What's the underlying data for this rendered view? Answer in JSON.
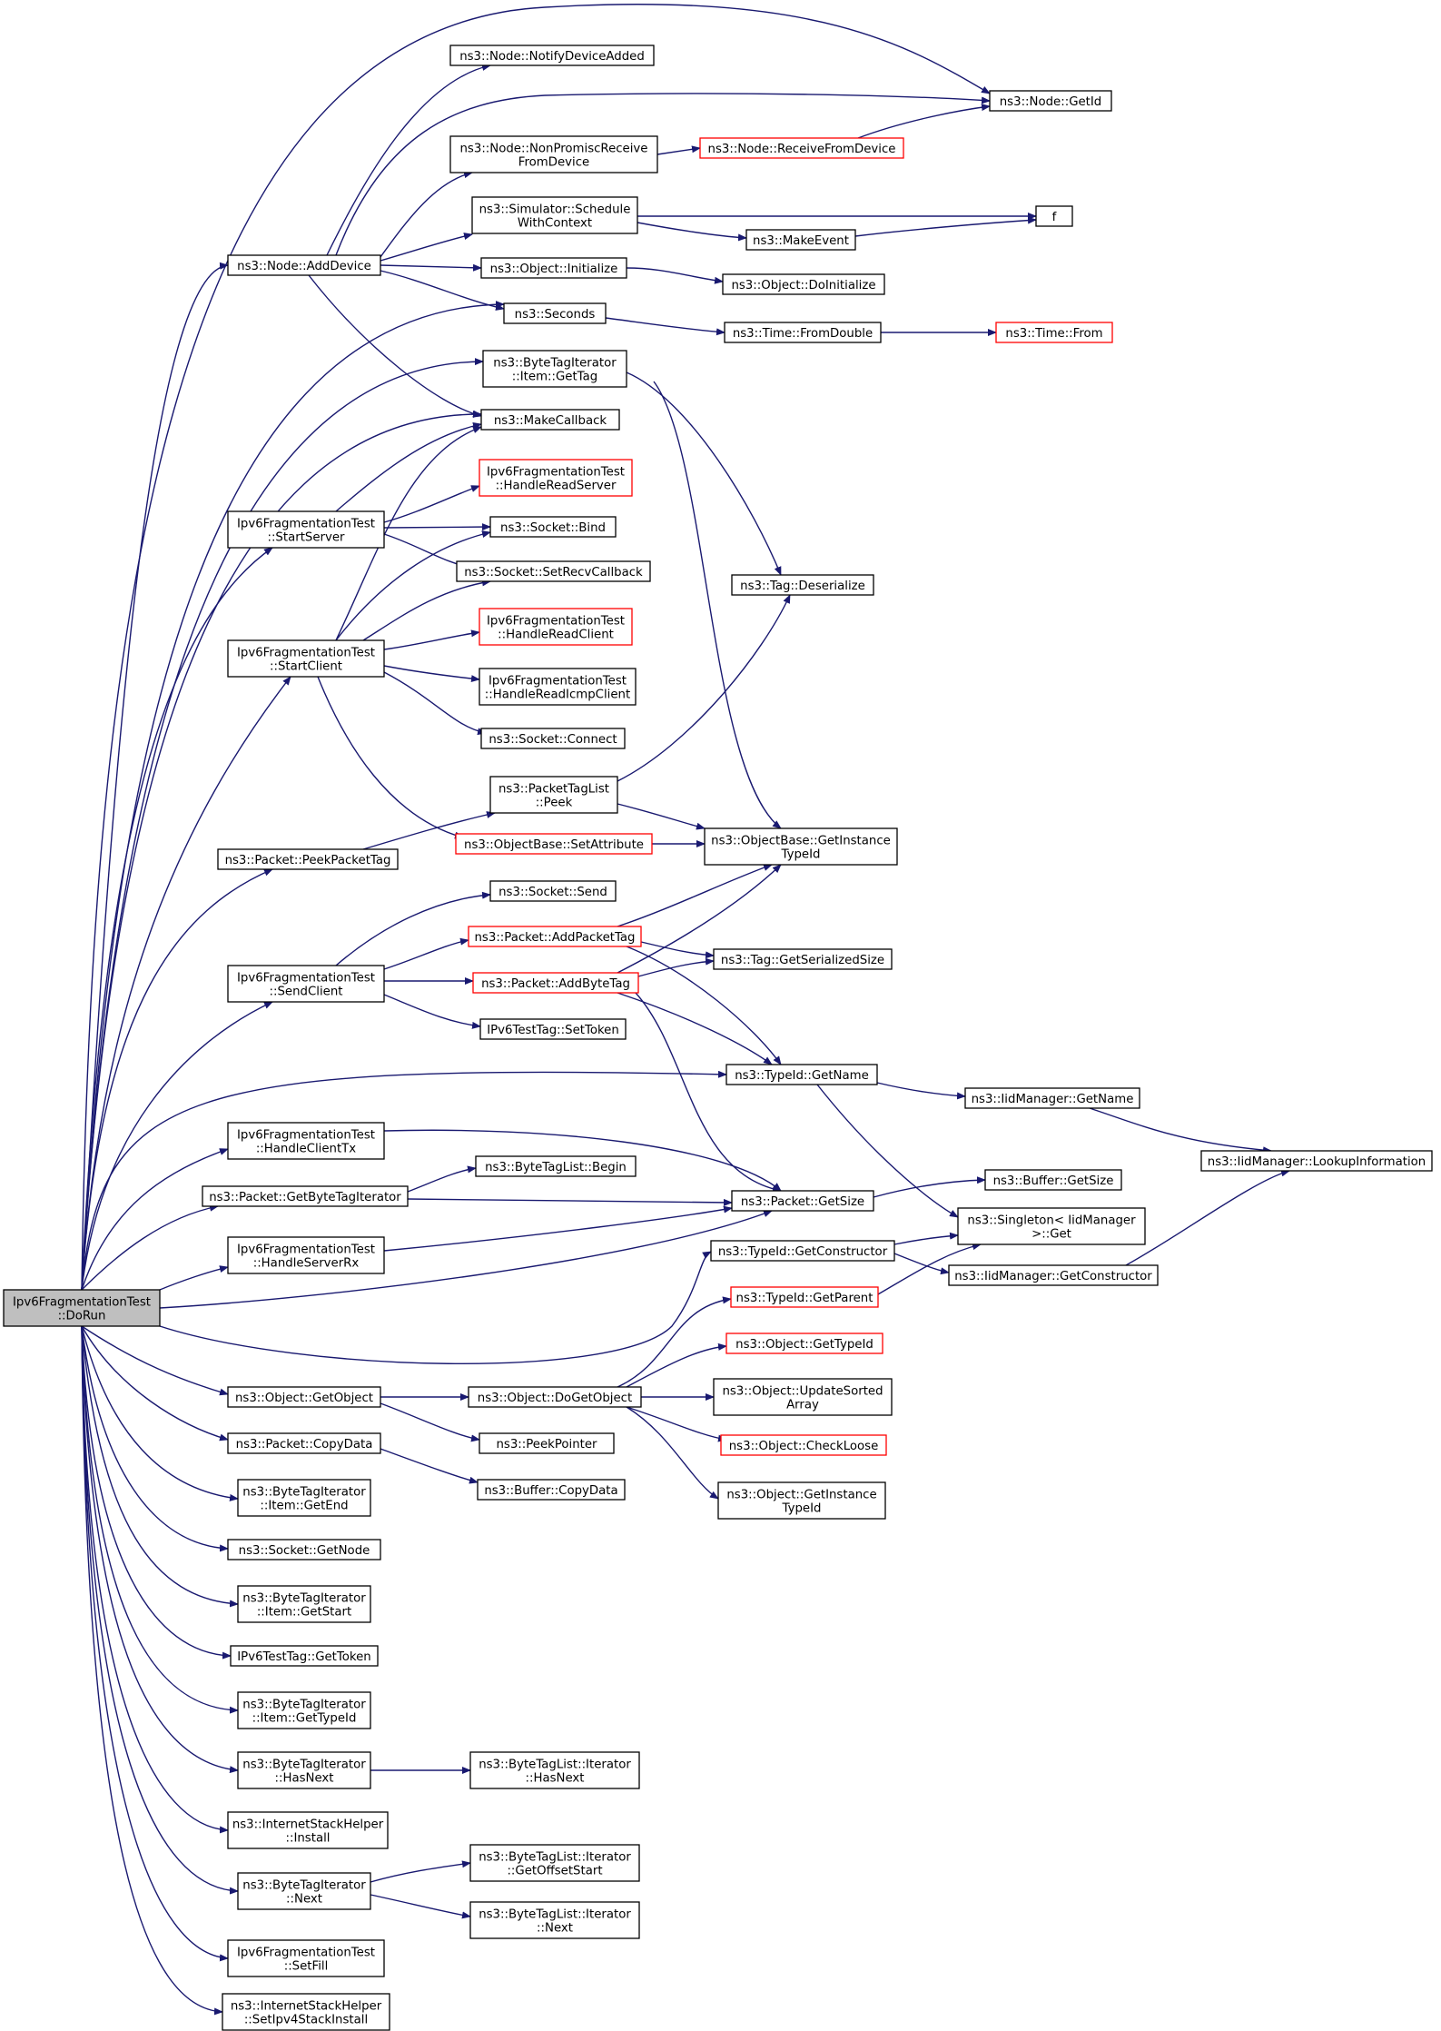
{
  "colors": {
    "edge": "#191970",
    "border_normal": "#000000",
    "border_truncated": "#ff0000",
    "fill_normal": "#ffffff",
    "fill_root": "#bfbfbf"
  },
  "nodes": [
    {
      "id": "dorun",
      "lines": [
        "Ipv6FragmentationTest",
        "::DoRun"
      ],
      "style": "root"
    },
    {
      "id": "adddevice",
      "lines": [
        "ns3::Node::AddDevice"
      ],
      "style": "normal"
    },
    {
      "id": "notify",
      "lines": [
        "ns3::Node::NotifyDeviceAdded"
      ],
      "style": "normal"
    },
    {
      "id": "getid",
      "lines": [
        "ns3::Node::GetId"
      ],
      "style": "normal"
    },
    {
      "id": "nonpromisc",
      "lines": [
        "ns3::Node::NonPromiscReceive",
        "FromDevice"
      ],
      "style": "normal"
    },
    {
      "id": "recvfromdev",
      "lines": [
        "ns3::Node::ReceiveFromDevice"
      ],
      "style": "truncated"
    },
    {
      "id": "schedule",
      "lines": [
        "ns3::Simulator::Schedule",
        "WithContext"
      ],
      "style": "normal"
    },
    {
      "id": "f",
      "lines": [
        "f"
      ],
      "style": "normal"
    },
    {
      "id": "makeevent",
      "lines": [
        "ns3::MakeEvent"
      ],
      "style": "normal"
    },
    {
      "id": "initialize",
      "lines": [
        "ns3::Object::Initialize"
      ],
      "style": "normal"
    },
    {
      "id": "doinit",
      "lines": [
        "ns3::Object::DoInitialize"
      ],
      "style": "normal"
    },
    {
      "id": "seconds",
      "lines": [
        "ns3::Seconds"
      ],
      "style": "normal"
    },
    {
      "id": "fromdouble",
      "lines": [
        "ns3::Time::FromDouble"
      ],
      "style": "normal"
    },
    {
      "id": "from",
      "lines": [
        "ns3::Time::From"
      ],
      "style": "truncated"
    },
    {
      "id": "btigettag",
      "lines": [
        "ns3::ByteTagIterator",
        "::Item::GetTag"
      ],
      "style": "normal"
    },
    {
      "id": "makecallback",
      "lines": [
        "ns3::MakeCallback"
      ],
      "style": "normal"
    },
    {
      "id": "startserver",
      "lines": [
        "Ipv6FragmentationTest",
        "::StartServer"
      ],
      "style": "normal"
    },
    {
      "id": "hrserver",
      "lines": [
        "Ipv6FragmentationTest",
        "::HandleReadServer"
      ],
      "style": "truncated"
    },
    {
      "id": "bind",
      "lines": [
        "ns3::Socket::Bind"
      ],
      "style": "normal"
    },
    {
      "id": "setrecvcb",
      "lines": [
        "ns3::Socket::SetRecvCallback"
      ],
      "style": "normal"
    },
    {
      "id": "tagdeser",
      "lines": [
        "ns3::Tag::Deserialize"
      ],
      "style": "normal"
    },
    {
      "id": "startclient",
      "lines": [
        "Ipv6FragmentationTest",
        "::StartClient"
      ],
      "style": "normal"
    },
    {
      "id": "hrclient",
      "lines": [
        "Ipv6FragmentationTest",
        "::HandleReadClient"
      ],
      "style": "truncated"
    },
    {
      "id": "hricmp",
      "lines": [
        "Ipv6FragmentationTest",
        "::HandleReadIcmpClient"
      ],
      "style": "normal"
    },
    {
      "id": "connect",
      "lines": [
        "ns3::Socket::Connect"
      ],
      "style": "normal"
    },
    {
      "id": "ptlpeek",
      "lines": [
        "ns3::PacketTagList",
        "::Peek"
      ],
      "style": "normal"
    },
    {
      "id": "setattr",
      "lines": [
        "ns3::ObjectBase::SetAttribute"
      ],
      "style": "truncated"
    },
    {
      "id": "getinsttid",
      "lines": [
        "ns3::ObjectBase::GetInstance",
        "TypeId"
      ],
      "style": "normal"
    },
    {
      "id": "peekpackettag",
      "lines": [
        "ns3::Packet::PeekPacketTag"
      ],
      "style": "normal"
    },
    {
      "id": "send",
      "lines": [
        "ns3::Socket::Send"
      ],
      "style": "normal"
    },
    {
      "id": "addpackettag",
      "lines": [
        "ns3::Packet::AddPacketTag"
      ],
      "style": "truncated"
    },
    {
      "id": "sendclient",
      "lines": [
        "Ipv6FragmentationTest",
        "::SendClient"
      ],
      "style": "normal"
    },
    {
      "id": "tagserial",
      "lines": [
        "ns3::Tag::GetSerializedSize"
      ],
      "style": "normal"
    },
    {
      "id": "addbytetag",
      "lines": [
        "ns3::Packet::AddByteTag"
      ],
      "style": "truncated"
    },
    {
      "id": "settoken",
      "lines": [
        "IPv6TestTag::SetToken"
      ],
      "style": "normal"
    },
    {
      "id": "tidgetname",
      "lines": [
        "ns3::TypeId::GetName"
      ],
      "style": "normal"
    },
    {
      "id": "iidgetname",
      "lines": [
        "ns3::IidManager::GetName"
      ],
      "style": "normal"
    },
    {
      "id": "lookupinfo",
      "lines": [
        "ns3::IidManager::LookupInformation"
      ],
      "style": "normal"
    },
    {
      "id": "handleclienttx",
      "lines": [
        "Ipv6FragmentationTest",
        "::HandleClientTx"
      ],
      "style": "normal"
    },
    {
      "id": "btlbegin",
      "lines": [
        "ns3::ByteTagList::Begin"
      ],
      "style": "normal"
    },
    {
      "id": "buffergetsize",
      "lines": [
        "ns3::Buffer::GetSize"
      ],
      "style": "normal"
    },
    {
      "id": "getbtiter",
      "lines": [
        "ns3::Packet::GetByteTagIterator"
      ],
      "style": "normal"
    },
    {
      "id": "pktgetsize",
      "lines": [
        "ns3::Packet::GetSize"
      ],
      "style": "normal"
    },
    {
      "id": "singleton",
      "lines": [
        "ns3::Singleton< IidManager",
        " >::Get"
      ],
      "style": "normal"
    },
    {
      "id": "handleserverrx",
      "lines": [
        "Ipv6FragmentationTest",
        "::HandleServerRx"
      ],
      "style": "normal"
    },
    {
      "id": "tidgetctor",
      "lines": [
        "ns3::TypeId::GetConstructor"
      ],
      "style": "normal"
    },
    {
      "id": "iidgetctor",
      "lines": [
        "ns3::IidManager::GetConstructor"
      ],
      "style": "normal"
    },
    {
      "id": "tidgetparent",
      "lines": [
        "ns3::TypeId::GetParent"
      ],
      "style": "truncated"
    },
    {
      "id": "objgettypeid",
      "lines": [
        "ns3::Object::GetTypeId"
      ],
      "style": "truncated"
    },
    {
      "id": "objgetobject",
      "lines": [
        "ns3::Object::GetObject"
      ],
      "style": "normal"
    },
    {
      "id": "dogetobject",
      "lines": [
        "ns3::Object::DoGetObject"
      ],
      "style": "normal"
    },
    {
      "id": "updatesorted",
      "lines": [
        "ns3::Object::UpdateSorted",
        "Array"
      ],
      "style": "normal"
    },
    {
      "id": "peekpointer",
      "lines": [
        "ns3::PeekPointer"
      ],
      "style": "normal"
    },
    {
      "id": "pktcopydata",
      "lines": [
        "ns3::Packet::CopyData"
      ],
      "style": "normal"
    },
    {
      "id": "checkloose",
      "lines": [
        "ns3::Object::CheckLoose"
      ],
      "style": "truncated"
    },
    {
      "id": "buffercopydata",
      "lines": [
        "ns3::Buffer::CopyData"
      ],
      "style": "normal"
    },
    {
      "id": "objgetinsttid",
      "lines": [
        "ns3::Object::GetInstance",
        "TypeId"
      ],
      "style": "normal"
    },
    {
      "id": "btigetend",
      "lines": [
        "ns3::ByteTagIterator",
        "::Item::GetEnd"
      ],
      "style": "normal"
    },
    {
      "id": "sockgetnode",
      "lines": [
        "ns3::Socket::GetNode"
      ],
      "style": "normal"
    },
    {
      "id": "btigetstart",
      "lines": [
        "ns3::ByteTagIterator",
        "::Item::GetStart"
      ],
      "style": "normal"
    },
    {
      "id": "gettoken",
      "lines": [
        "IPv6TestTag::GetToken"
      ],
      "style": "normal"
    },
    {
      "id": "btigettypeid",
      "lines": [
        "ns3::ByteTagIterator",
        "::Item::GetTypeId"
      ],
      "style": "normal"
    },
    {
      "id": "btihasnext",
      "lines": [
        "ns3::ByteTagIterator",
        "::HasNext"
      ],
      "style": "normal"
    },
    {
      "id": "btlihasnext",
      "lines": [
        "ns3::ByteTagList::Iterator",
        "::HasNext"
      ],
      "style": "normal"
    },
    {
      "id": "ishinstall",
      "lines": [
        "ns3::InternetStackHelper",
        "::Install"
      ],
      "style": "normal"
    },
    {
      "id": "btinext",
      "lines": [
        "ns3::ByteTagIterator",
        "::Next"
      ],
      "style": "normal"
    },
    {
      "id": "btligetoffset",
      "lines": [
        "ns3::ByteTagList::Iterator",
        "::GetOffsetStart"
      ],
      "style": "normal"
    },
    {
      "id": "btlinext",
      "lines": [
        "ns3::ByteTagList::Iterator",
        "::Next"
      ],
      "style": "normal"
    },
    {
      "id": "setfill",
      "lines": [
        "Ipv6FragmentationTest",
        "::SetFill"
      ],
      "style": "normal"
    },
    {
      "id": "setipv4",
      "lines": [
        "ns3::InternetStackHelper",
        "::SetIpv4StackInstall"
      ],
      "style": "normal"
    }
  ]
}
